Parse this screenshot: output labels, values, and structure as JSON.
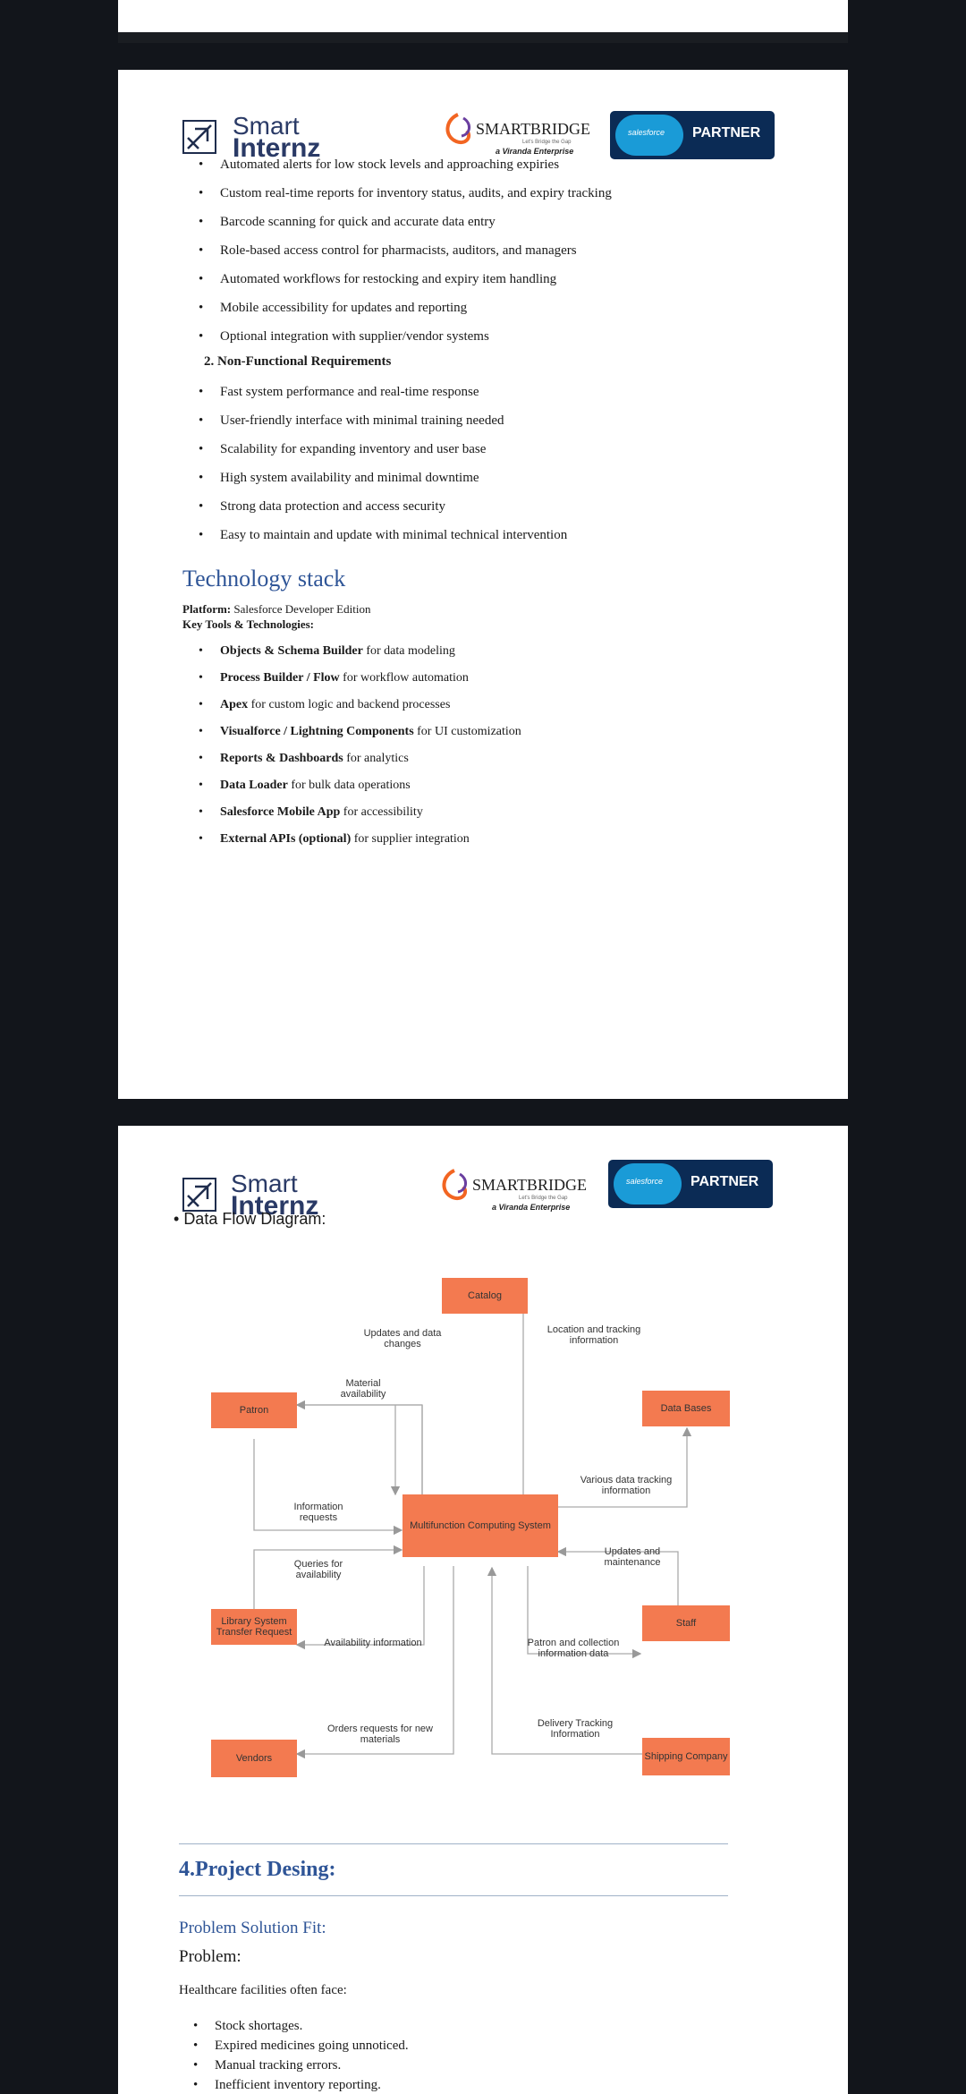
{
  "logos": {
    "smart_line1": "Smart",
    "smart_line2": "Internz",
    "smartbridge_name": "SMARTBRIDGE",
    "smartbridge_tagline": "Let's Bridge the Gap",
    "smartbridge_sub": "a Viranda Enterprise",
    "salesforce_cloud": "salesforce",
    "partner_label": "PARTNER"
  },
  "page1": {
    "functional_items": [
      "Automated alerts for low stock levels and approaching expiries",
      "Custom real-time reports for inventory status, audits, and expiry tracking",
      "Barcode scanning for quick and accurate data entry",
      "Role-based access control for pharmacists, auditors, and managers",
      "Automated workflows for restocking and expiry item handling",
      "Mobile accessibility for updates and reporting",
      "Optional integration with supplier/vendor systems"
    ],
    "nonfunctional_heading": "2. Non-Functional Requirements",
    "nonfunctional_items": [
      "Fast system performance and real-time response",
      "User-friendly interface with minimal training needed",
      "Scalability for expanding inventory and user base",
      "High system availability and minimal downtime",
      "Strong data protection and access security",
      "Easy to maintain and update with minimal technical intervention"
    ],
    "tech_heading": "Technology stack",
    "platform_label": "Platform:",
    "platform_value": " Salesforce Developer Edition",
    "tools_label": "Key Tools & Technologies:",
    "tools": [
      {
        "bold": "Objects & Schema Builder",
        "rest": " for data modeling"
      },
      {
        "bold": "Process Builder / Flow",
        "rest": " for workflow automation"
      },
      {
        "bold": "Apex",
        "rest": " for custom logic and backend processes"
      },
      {
        "bold": "Visualforce / Lightning Components",
        "rest": " for UI customization"
      },
      {
        "bold": "Reports & Dashboards",
        "rest": " for analytics"
      },
      {
        "bold": "Data Loader",
        "rest": " for bulk data operations"
      },
      {
        "bold": "Salesforce Mobile App",
        "rest": " for accessibility"
      },
      {
        "bold": "External APIs (optional)",
        "rest": " for supplier integration"
      }
    ]
  },
  "page2": {
    "dfd_title": "Data Flow Diagram:",
    "nodes": {
      "catalog": "Catalog",
      "patron": "Patron",
      "databases": "Data Bases",
      "system": "Multifunction Computing System",
      "library": "Library System Transfer Request",
      "staff": "Staff",
      "vendors": "Vendors",
      "shipping": "Shipping Company"
    },
    "flows": {
      "updates_data": "Updates and data changes",
      "location": "Location and tracking information",
      "material": "Material availability",
      "various": "Various data tracking information",
      "info_requests": "Information requests",
      "updates_maint": "Updates and maintenance",
      "queries": "Queries for availability",
      "availability": "Availability information",
      "patron_data": "Patron and collection information data",
      "orders": "Orders requests for new materials",
      "delivery": "Delivery Tracking Information"
    },
    "project_heading": "4.Project Desing:",
    "psf": "Problem Solution Fit:",
    "problem": "Problem:",
    "hc_intro": "Healthcare facilities often face:",
    "hc_items": [
      "Stock shortages.",
      "Expired medicines going unnoticed.",
      "Manual tracking errors.",
      "Inefficient inventory reporting."
    ]
  },
  "colors": {
    "background": "#12151b",
    "heading_blue": "#2f5597",
    "node_orange": "#f37a50",
    "partner_navy": "#0b2b55",
    "salesforce_blue": "#1a9bd7"
  }
}
